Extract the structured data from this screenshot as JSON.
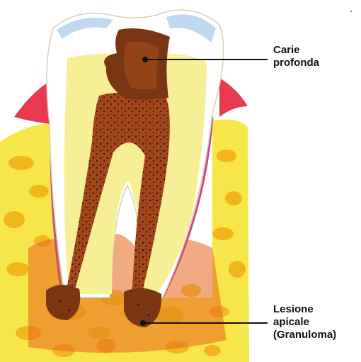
{
  "labels": {
    "caries": [
      "Carie",
      "profonda"
    ],
    "lesion": [
      "Lesione",
      "apicale",
      "(Granuloma)"
    ]
  },
  "colors": {
    "background": "#ffffff",
    "bone": "#f7e64a",
    "bone_spot": "#f0b61c",
    "bone_dark": "#e8941a",
    "gum": "#e83a4e",
    "enamel": "#ffffff",
    "enamel_shade": "#bfd7ef",
    "dentin": "#f6ef96",
    "pulp": "#a2471c",
    "pulp_dark": "#3e1708",
    "caries": "#7a3512",
    "infection": "#e8651c",
    "ligament": "#c94a7c",
    "leader_line": "#111111"
  }
}
